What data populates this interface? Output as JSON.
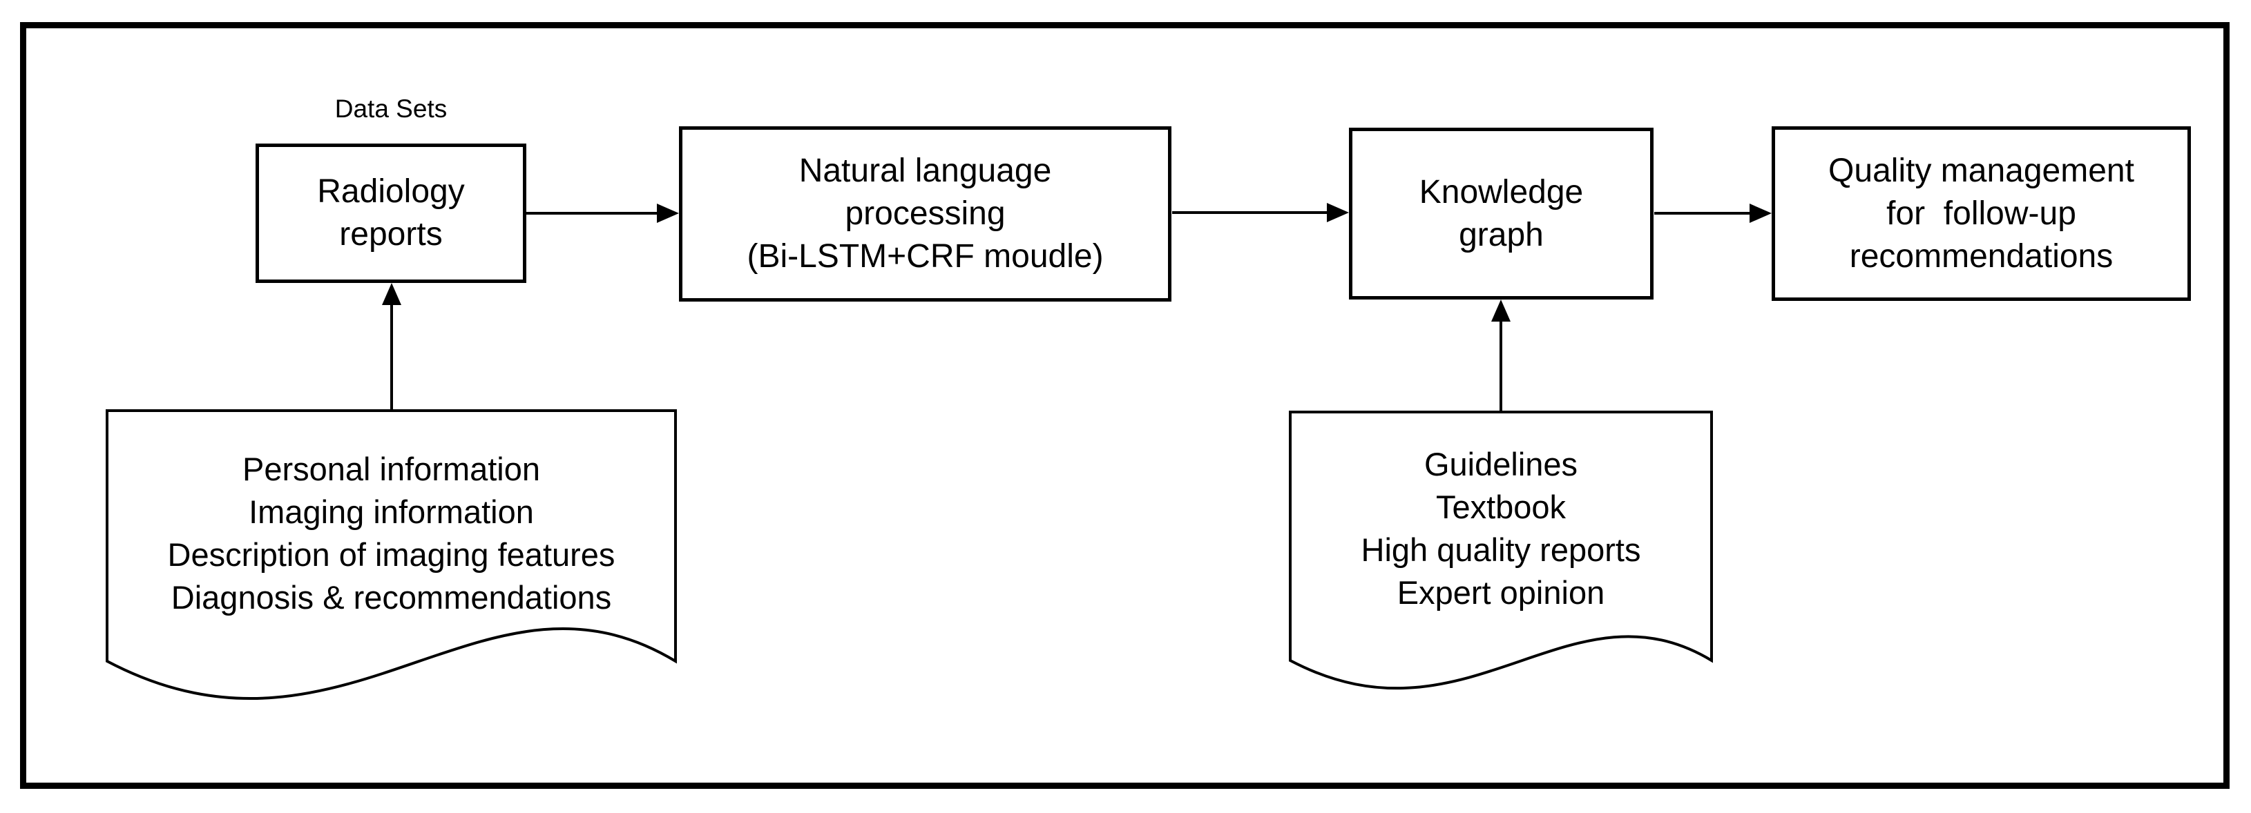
{
  "figure": {
    "background": "#ffffff",
    "stroke_color": "#000000",
    "dataset_label": "Data Sets",
    "process_nodes": [
      {
        "id": "radiology-reports",
        "label": "Radiology\nreports"
      },
      {
        "id": "natural-language-processing",
        "label": "Natural language\nprocessing\n(Bi-LSTM+CRF moudle)"
      },
      {
        "id": "knowledge-graph",
        "label": "Knowledge\ngraph"
      },
      {
        "id": "quality-management",
        "label": "Quality management\nfor  follow-up\nrecommendations"
      }
    ],
    "document_nodes": [
      {
        "id": "radiology-report-contents",
        "label": "Personal information\nImaging information\nDescription of imaging features\nDiagnosis & recommendations"
      },
      {
        "id": "knowledge-sources",
        "label": "Guidelines\nTextbook\nHigh quality reports\nExpert opinion"
      }
    ],
    "arrows": [
      {
        "from": "radiology-reports",
        "to": "natural-language-processing"
      },
      {
        "from": "natural-language-processing",
        "to": "knowledge-graph"
      },
      {
        "from": "knowledge-graph",
        "to": "quality-management"
      },
      {
        "from": "radiology-report-contents",
        "to": "radiology-reports"
      },
      {
        "from": "knowledge-sources",
        "to": "knowledge-graph"
      }
    ]
  }
}
